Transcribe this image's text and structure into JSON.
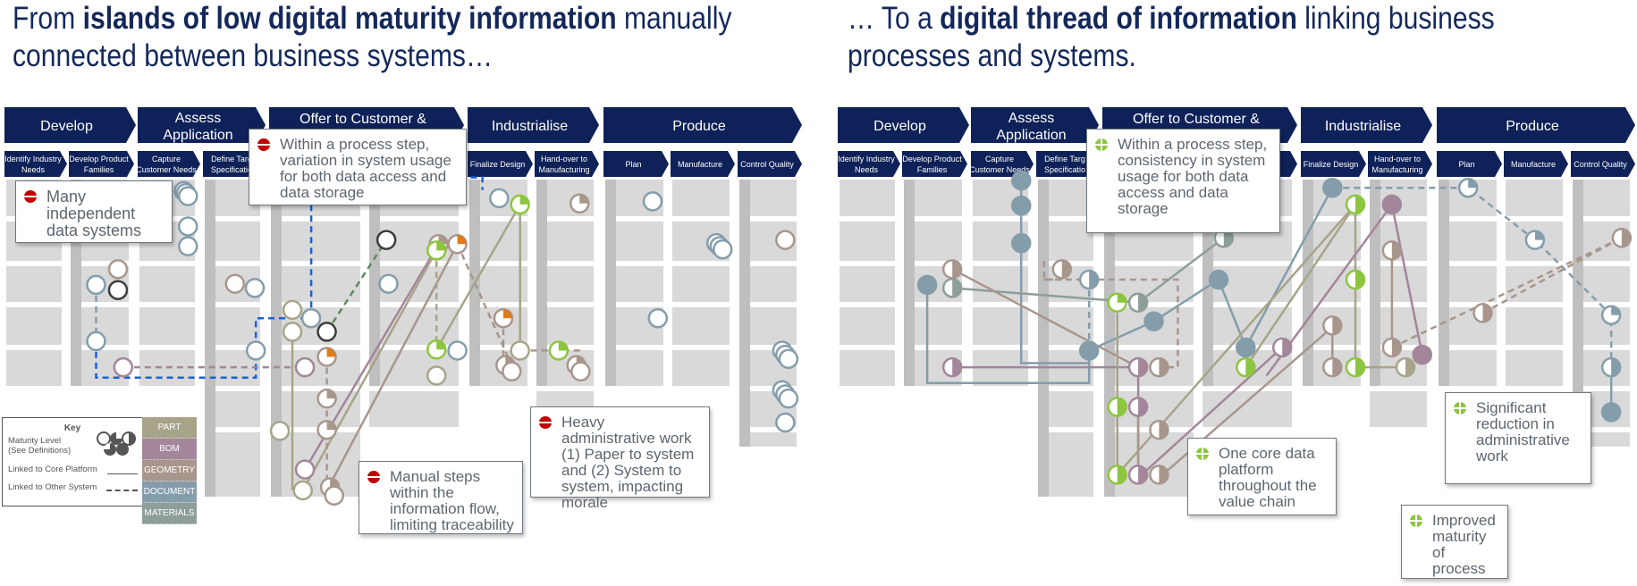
{
  "left": {
    "title_pre": "From ",
    "title_bold": "islands of low digital maturity information",
    "title_post": " manually",
    "title_line2": "connected between business systems…",
    "stages": [
      "Develop",
      "Assess Application",
      "Offer to Customer &",
      "Industrialise",
      "Produce"
    ],
    "substeps": [
      [
        "Identify Industry",
        "Needs"
      ],
      [
        "Develop Product",
        "Families"
      ],
      [
        "Capture",
        "Customer Needs"
      ],
      [
        "Define Targ",
        "Specificatio"
      ],
      [
        "",
        ""
      ],
      [
        "",
        ""
      ],
      [
        "Finalize Design",
        ""
      ],
      [
        "Hand-over to",
        "Manufacturing"
      ],
      [
        "Plan",
        ""
      ],
      [
        "Manufacture",
        ""
      ],
      [
        "Control Quality",
        ""
      ]
    ],
    "callouts": [
      {
        "icon": "red-minus-icon",
        "text": "Within a process step, variation in system usage for both data access and data storage"
      },
      {
        "icon": "red-minus-icon",
        "text": "Many independent data systems"
      },
      {
        "icon": "red-minus-icon",
        "text": "Manual steps within the information flow, limiting traceability"
      },
      {
        "icon": "red-minus-icon",
        "text": "Heavy administrative work (1) Paper to system and (2) System to system, impacting morale"
      }
    ],
    "key": {
      "title": "Key",
      "maturity": "Maturity Level",
      "maturity_sub": "(See Definitions)",
      "core": "Linked to Core Platform",
      "other": "Linked to Other System"
    },
    "legend": [
      {
        "label": "PART",
        "color": "#a8a48a"
      },
      {
        "label": "BOM",
        "color": "#a3869a"
      },
      {
        "label": "GEOMETRY",
        "color": "#a8968c"
      },
      {
        "label": "DOCUMENT",
        "color": "#849dab"
      },
      {
        "label": "MATERIALS",
        "color": "#8e9e99"
      }
    ]
  },
  "right": {
    "title_pre": "… To a ",
    "title_bold": "digital thread of information",
    "title_post": " linking business",
    "title_line2": "processes and systems.",
    "stages": [
      "Develop",
      "Assess Application",
      "Offer to Customer &",
      "Industrialise",
      "Produce"
    ],
    "substeps": [
      [
        "Identify Industry",
        "Needs"
      ],
      [
        "Develop Product",
        "Families"
      ],
      [
        "Capture",
        "Customer Needs"
      ],
      [
        "Define Targ",
        "Specificatio"
      ],
      [
        "",
        ""
      ],
      [
        "",
        ""
      ],
      [
        "Finalize Design",
        ""
      ],
      [
        "Hand-over to",
        "Manufacturing"
      ],
      [
        "Plan",
        ""
      ],
      [
        "Manufacture",
        ""
      ],
      [
        "Control Quality",
        ""
      ]
    ],
    "callouts": [
      {
        "icon": "green-plus-icon",
        "text": "Within a process step, consistency in system usage for both data access and data storage"
      },
      {
        "icon": "green-plus-icon",
        "text": "One core data platform throughout the value chain"
      },
      {
        "icon": "green-plus-icon",
        "text": "Significant reduction in administrative work"
      },
      {
        "icon": "green-plus-icon",
        "text": "Improved maturity of process"
      }
    ]
  },
  "colors": {
    "navy": "#0e2158",
    "title": "#14285a",
    "green": "#8cc63f",
    "red": "#c00000",
    "other_link": "#1f5fd6",
    "dark": "#3d3d3d"
  }
}
